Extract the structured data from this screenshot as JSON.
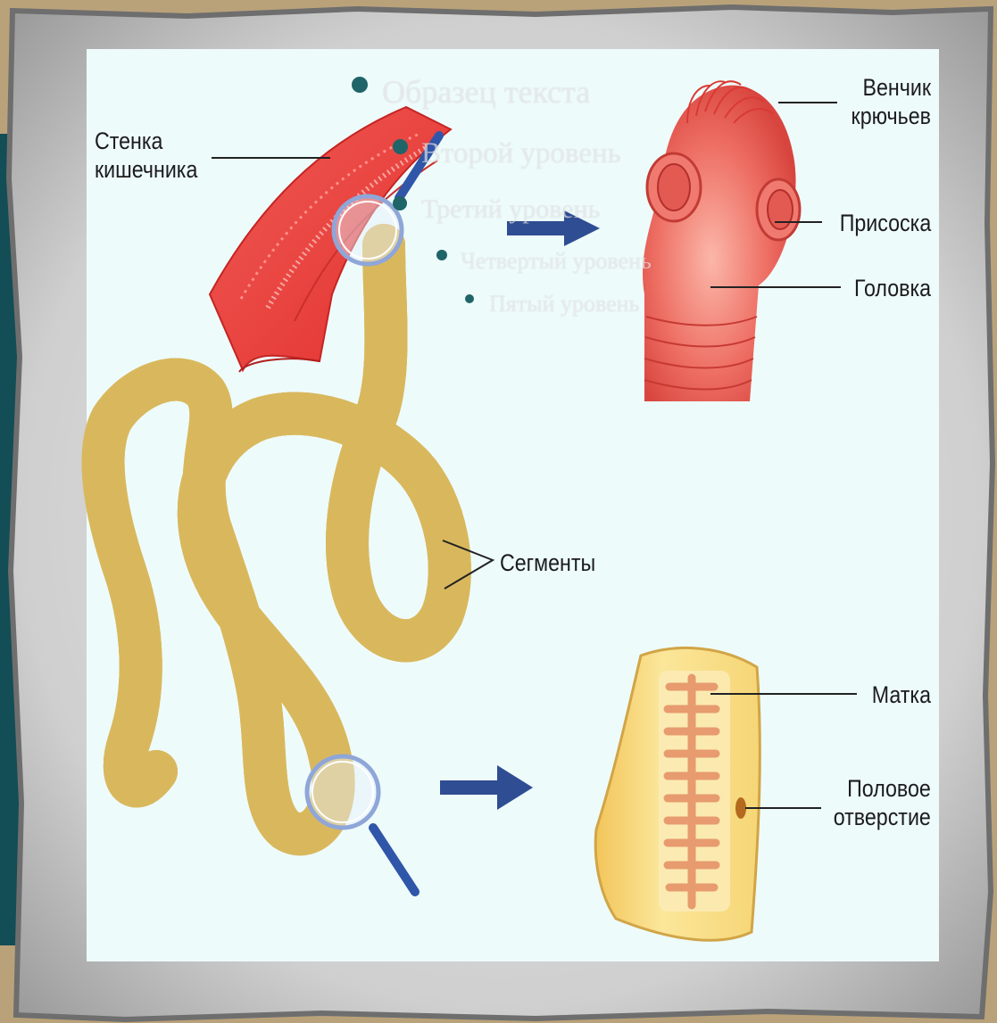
{
  "labels": {
    "intestine_wall": [
      "Стенка",
      "кишечника"
    ],
    "hook_crown": [
      "Венчик",
      "крючьев"
    ],
    "sucker": "Присоска",
    "head": "Головка",
    "segments": "Сегменты",
    "uterus": "Матка",
    "genital_opening": [
      "Половое",
      "отверстие"
    ]
  },
  "template_outline": [
    "Образец текста",
    "Второй уровень",
    "Третий уровень",
    "Четвертый уровень",
    "Пятый уровень"
  ],
  "colors": {
    "frame_outer": "#b9a27a",
    "frame_teal": "#134d55",
    "paper": "#d8d8d8",
    "diagram_bg": "#eefbfb",
    "intestine": "#e9433f",
    "worm": "#f7e8a4",
    "arrow": "#2f4d92",
    "bullet": "#1f6468"
  },
  "icons": [
    "magnifier-icon",
    "arrow-right-icon"
  ]
}
